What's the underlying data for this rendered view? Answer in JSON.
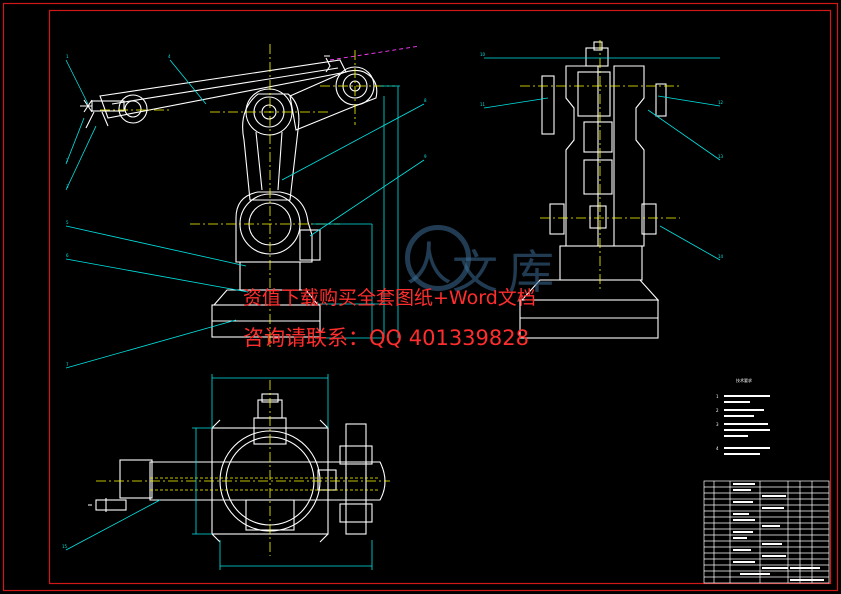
{
  "watermark": {
    "line1": "资值下载购买全套图纸+Word文档",
    "line2": "咨询请联系：QQ 401339828",
    "logo_chars": [
      "人",
      "文",
      "库"
    ],
    "color": "#ff2d2d"
  },
  "drawing": {
    "background": "#000000",
    "frame_color": "#d01818",
    "line_color": "#ffffff",
    "dim_color": "#00e5e5",
    "center_color": "#ffff00",
    "hidden_color": "#ffff00",
    "notes_title": "技术要求",
    "notes": [
      "1",
      "2",
      "3",
      "4"
    ],
    "leader_numbers": [
      "1",
      "2",
      "3",
      "4",
      "5",
      "6",
      "7",
      "8",
      "9",
      "10",
      "11",
      "12",
      "13",
      "14",
      "15"
    ]
  }
}
